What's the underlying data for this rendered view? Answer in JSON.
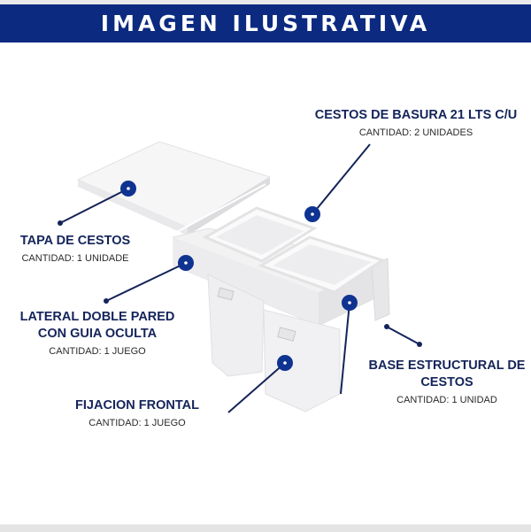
{
  "header": {
    "title": "IMAGEN ILUSTRATIVA"
  },
  "colors": {
    "header_bg": "#0b2a80",
    "title_text": "#14245a",
    "marker": "#0f3390",
    "leader": "#14245a"
  },
  "callouts": [
    {
      "id": "cestos",
      "title": "CESTOS DE BASURA 21 LTS C/U",
      "qty": "CANTIDAD: 2 UNIDADES"
    },
    {
      "id": "tapa",
      "title": "TAPA DE CESTOS",
      "qty": "CANTIDAD: 1 UNIDADE"
    },
    {
      "id": "lateral",
      "title_line1": "LATERAL DOBLE PARED",
      "title_line2": "CON GUIA OCULTA",
      "qty": "CANTIDAD: 1 JUEGO"
    },
    {
      "id": "base",
      "title_line1": "BASE ESTRUCTURAL DE",
      "title_line2": "CESTOS",
      "qty": "CANTIDAD: 1 UNIDAD"
    },
    {
      "id": "fijacion",
      "title": "FIJACION FRONTAL",
      "qty": "CANTIDAD: 1 JUEGO"
    }
  ]
}
